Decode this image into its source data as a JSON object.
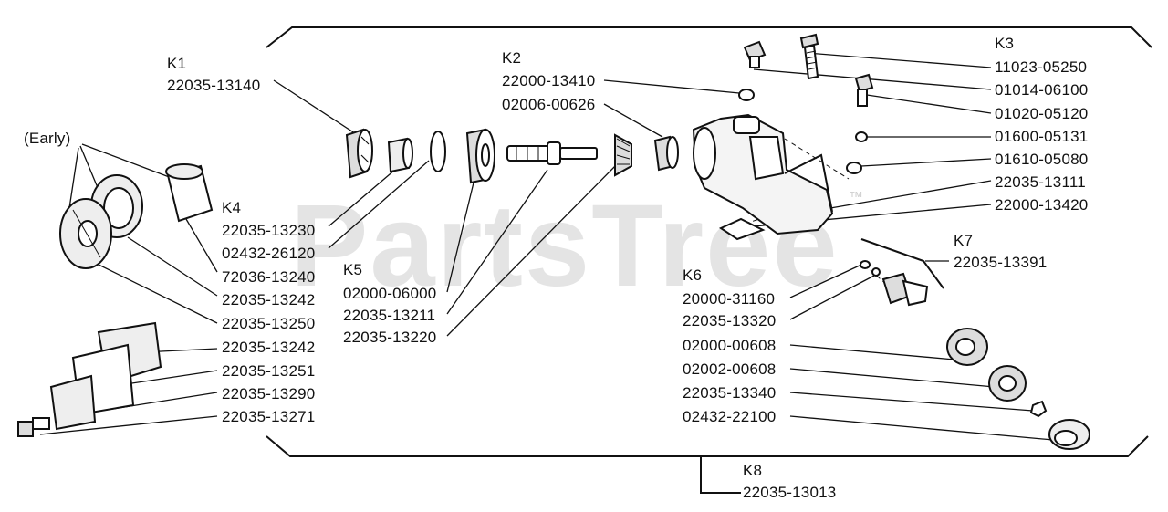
{
  "watermark": {
    "text": "PartsTree",
    "trademark": "™"
  },
  "kits": {
    "k1": {
      "label": "K1",
      "part": "22035-13140"
    },
    "k2": {
      "label": "K2"
    },
    "k3": {
      "label": "K3"
    },
    "k4": {
      "label": "K4"
    },
    "k5": {
      "label": "K5"
    },
    "k6": {
      "label": "K6"
    },
    "k7": {
      "label": "K7",
      "part": "22035-13391"
    },
    "k8": {
      "label": "K8",
      "part": "22035-13013"
    }
  },
  "early_note": "(Early)",
  "left_parts": [
    "22035-13230",
    "02432-26120",
    "72036-13240",
    "22035-13242",
    "22035-13250",
    "22035-13242",
    "22035-13251",
    "22035-13290",
    "22035-13271"
  ],
  "k5_parts": [
    "02000-06000",
    "22035-13211",
    "22035-13220"
  ],
  "k2_parts": [
    "22000-13410",
    "02006-00626"
  ],
  "k3_parts": [
    "11023-05250",
    "01014-06100",
    "01020-05120",
    "01600-05131",
    "01610-05080",
    "22035-13111",
    "22000-13420"
  ],
  "k6_parts": [
    "20000-31160",
    "22035-13320",
    "02000-00608",
    "02002-00608",
    "22035-13340",
    "02432-22100"
  ]
}
